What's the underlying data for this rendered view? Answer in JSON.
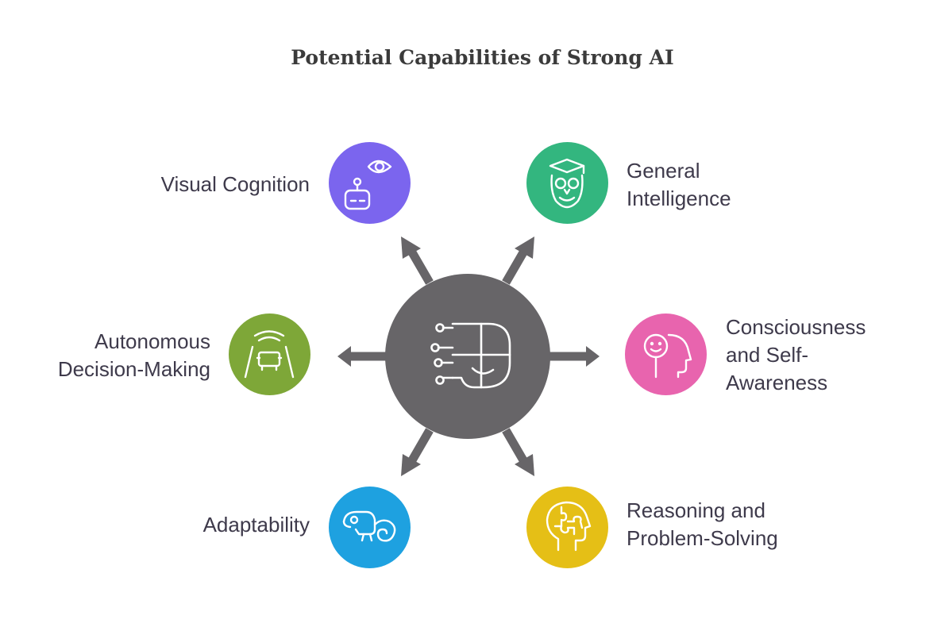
{
  "title": "Potential Capabilities of Strong AI",
  "hub": {
    "icon": "ai-brain-circuit-icon"
  },
  "capabilities": [
    {
      "id": "visual-cognition",
      "lines": [
        "Visual Cognition"
      ],
      "color": "#7b65ee",
      "icon": "robot-eye-icon"
    },
    {
      "id": "general-intelligence",
      "lines": [
        "General",
        "Intelligence"
      ],
      "color": "#33b67f",
      "icon": "owl-graduate-icon"
    },
    {
      "id": "autonomous-decision-making",
      "lines": [
        "Autonomous",
        "Decision-Making"
      ],
      "color": "#7ea738",
      "icon": "self-driving-car-icon"
    },
    {
      "id": "consciousness",
      "lines": [
        "Consciousness",
        "and Self-",
        "Awareness"
      ],
      "color": "#e864ae",
      "icon": "smiling-head-profile-icon"
    },
    {
      "id": "adaptability",
      "lines": [
        "Adaptability"
      ],
      "color": "#1ea1e0",
      "icon": "chameleon-icon"
    },
    {
      "id": "reasoning",
      "lines": [
        "Reasoning and",
        "Problem-Solving"
      ],
      "color": "#e5bf16",
      "icon": "puzzle-head-icon"
    }
  ],
  "colors": {
    "hub": "#676568",
    "arrow": "#676568",
    "text": "#3e3a4b"
  }
}
